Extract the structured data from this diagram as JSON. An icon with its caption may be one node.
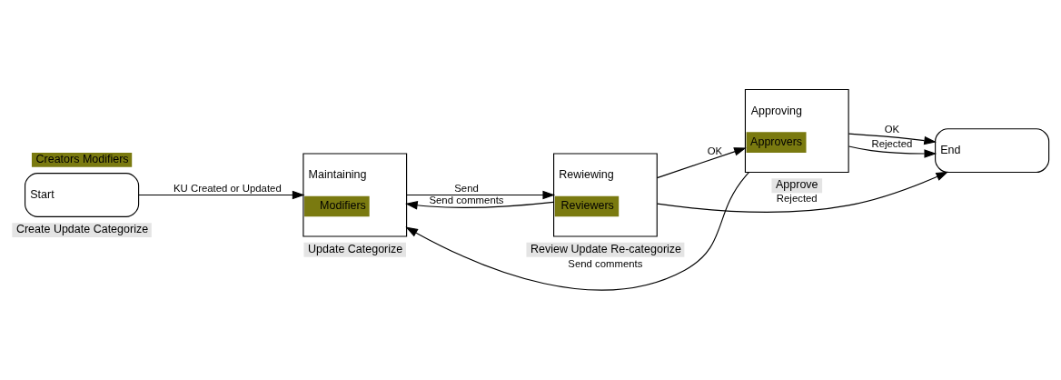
{
  "diagram": {
    "nodes": [
      {
        "text": [
          "Start"
        ],
        "beside": [
          "Creators Modifiers",
          "Create Update Categorize"
        ]
      },
      {
        "text": [
          "Maintaining",
          "Modifiers"
        ],
        "beside": [
          "Update Categorize"
        ]
      },
      {
        "text": [
          "Rewiewing",
          "Reviewers"
        ],
        "beside": [
          "Review Update Re-categorize"
        ]
      },
      {
        "text": [
          "Approving",
          "Approvers"
        ],
        "beside": [
          "Approve"
        ]
      },
      {
        "text": [
          "End"
        ]
      }
    ],
    "edges": [
      {
        "from": 0,
        "to": 1,
        "arrow": "to",
        "label": "KU Created or Updated"
      },
      {
        "from": 1,
        "to": 2,
        "arrow": "to",
        "label": "Send"
      },
      {
        "from": 2,
        "to": 3,
        "arrow": "to",
        "label": "OK"
      },
      {
        "from": 3,
        "to": 4,
        "arrow": "to",
        "label": "OK"
      },
      {
        "from": 2,
        "to": 1,
        "arrow": "to",
        "label": "Send comments"
      },
      {
        "from": 3,
        "to": 1,
        "arrow": "to",
        "label": "Send comments"
      },
      {
        "from": 3,
        "to": 4,
        "arrow": "to",
        "label": "Rejected"
      },
      {
        "from": 2,
        "to": 4,
        "arrow": "to",
        "label": "Rejected"
      }
    ]
  }
}
